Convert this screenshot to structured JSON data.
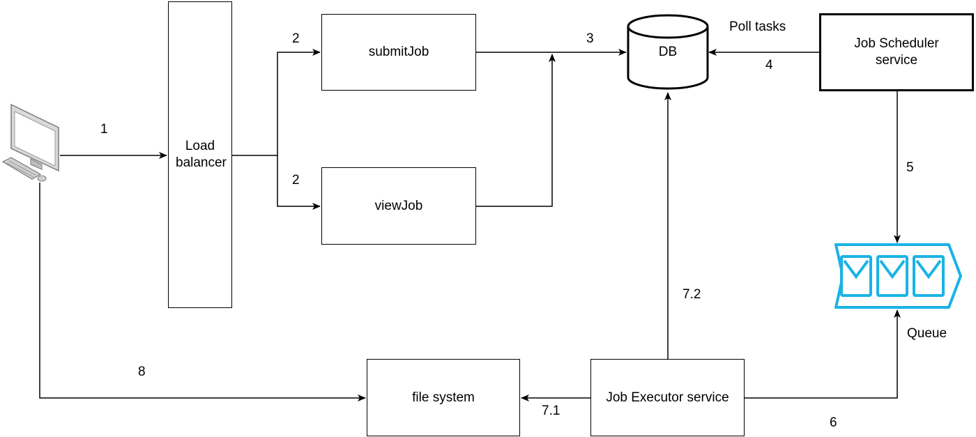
{
  "nodes": {
    "load_balancer": "Load balancer",
    "submit_job": "submitJob",
    "view_job": "viewJob",
    "db": "DB",
    "job_scheduler": "Job Scheduler service",
    "queue": "Queue",
    "job_executor": "Job Executor service",
    "file_system": "file system"
  },
  "edges": {
    "client_to_lb": "1",
    "lb_to_submit": "2",
    "lb_to_view": "2",
    "to_db": "3",
    "scheduler_to_db": "4",
    "scheduler_to_db_note": "Poll tasks",
    "scheduler_to_queue": "5",
    "queue_to_executor": "6",
    "executor_to_fs": "7.1",
    "executor_to_db": "7.2",
    "client_to_fs": "8"
  },
  "colors": {
    "line": "#000000",
    "queue_blue": "#1ab3e6",
    "monitor_grey": "#8a8a8a"
  },
  "icons": {
    "client": "desktop-computer-icon",
    "queue": "message-queue-icon"
  }
}
